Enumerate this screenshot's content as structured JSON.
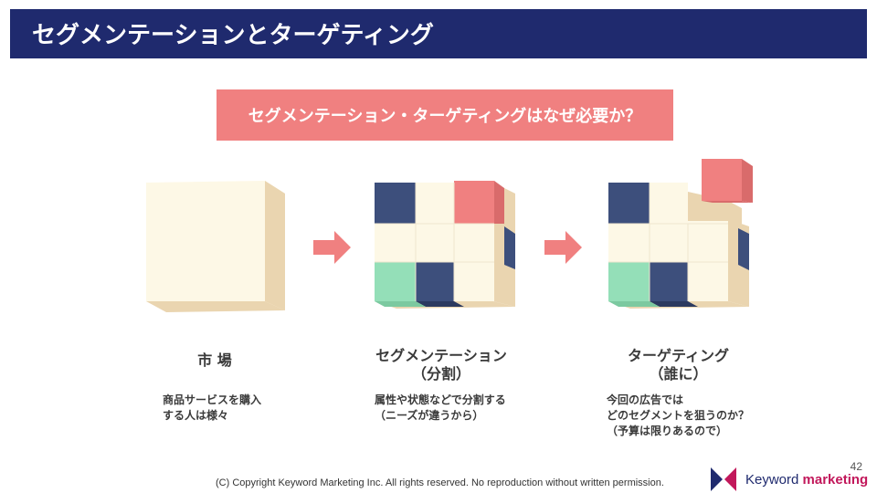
{
  "header": {
    "title": "セグメンテーションとターゲティング"
  },
  "question": "セグメンテーション・ターゲティングはなぜ必要か？",
  "stages": [
    {
      "title_lines": [
        "市 場"
      ],
      "desc_lines": [
        "商品サービスを購入",
        "する人は様々"
      ]
    },
    {
      "title_lines": [
        "セグメンテーション",
        "（分割）"
      ],
      "desc_lines": [
        "属性や状態などで分割する",
        "（ニーズが違うから）"
      ]
    },
    {
      "title_lines": [
        "ターゲティング",
        "（誰に）"
      ],
      "desc_lines": [
        "今回の広告では",
        "どのセグメントを狙うのか？",
        "（予算は限りあるので）"
      ]
    }
  ],
  "footer": {
    "page_number": "42",
    "copyright": "(C) Copyright Keyword Marketing Inc. All rights reserved. No reproduction without written permission.",
    "logo_word1": "Keyword",
    "logo_word2": "marketing"
  },
  "colors": {
    "header_bg": "#1f2a6e",
    "accent_coral": "#f08080",
    "navy": "#3d4f7c",
    "mint": "#94dfb8",
    "cream": "#fdf8e6",
    "tan": "#ead5b0",
    "logo_pink": "#c2185b"
  }
}
